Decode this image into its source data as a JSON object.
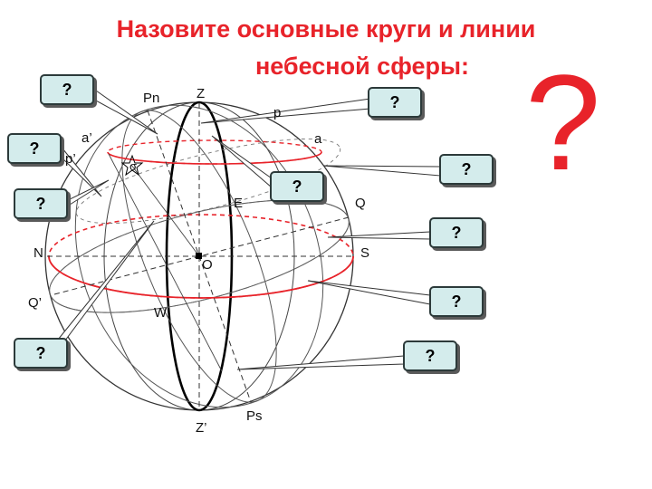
{
  "title": {
    "line1": "Назовите основные круги и линии",
    "line2": "небесной сферы:"
  },
  "question_mark": "?",
  "callouts": [
    "?",
    "?",
    "?",
    "?",
    "?",
    "?",
    "?",
    "?",
    "?",
    "?"
  ],
  "labels": {
    "pn": "Pn",
    "z": "Z",
    "p": "p",
    "a_prime": "a’",
    "a": "a",
    "p_prime": "p’",
    "sigma": "σ",
    "e": "E",
    "q": "Q",
    "n": "N",
    "s": "S",
    "o": "O",
    "q_prime": "Q’",
    "w": "W",
    "z_prime": "Z’",
    "ps": "Ps"
  },
  "colors": {
    "title": "#e8232a",
    "callout_fill": "#d4ecec",
    "circle_red": "#e8232a"
  }
}
